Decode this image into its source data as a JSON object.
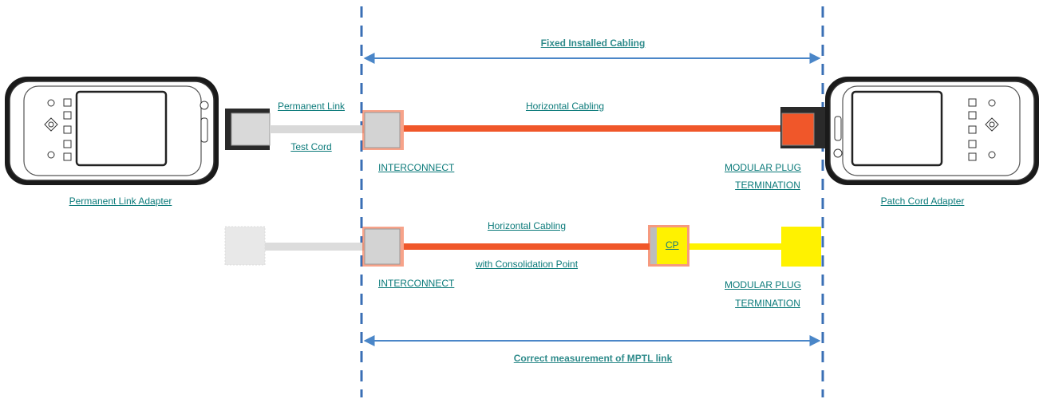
{
  "labels": {
    "fixed_installed_cabling": "Fixed Installed Cabling",
    "permanent_link": "Permanent Link",
    "test_cord": "Test Cord",
    "horizontal_cabling_top": "Horizontal Cabling",
    "interconnect_top": "INTERCONNECT",
    "modular_plug_top_1": "MODULAR PLUG",
    "modular_plug_top_2": "TERMINATION",
    "permanent_link_adapter": "Permanent Link Adapter",
    "patch_cord_adapter": "Patch Cord Adapter",
    "horizontal_cabling_bottom": "Horizontal Cabling",
    "with_consolidation_point": "with Consolidation Point",
    "cp": "CP",
    "interconnect_bottom": "INTERCONNECT",
    "modular_plug_bottom_1": "MODULAR PLUG",
    "modular_plug_bottom_2": "TERMINATION",
    "correct_measurement": "Correct measurement of MPTL link"
  },
  "colors": {
    "boundary_line": "#3a6fb5",
    "arrow": "#4a86c8",
    "horizontal_cable": "#f0572a",
    "cp_cable": "#fff200",
    "test_cord": "#d9d9d9",
    "label_text": "#0b7a7a"
  },
  "icons": {
    "left_tester": "handheld-cable-tester-icon",
    "right_tester": "handheld-cable-tester-icon"
  }
}
